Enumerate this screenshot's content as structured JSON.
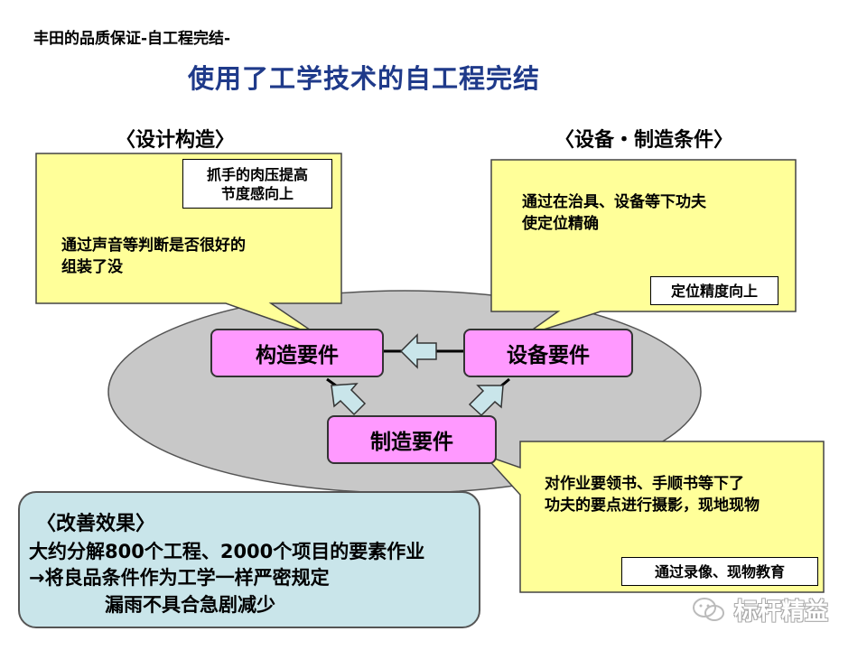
{
  "header": {
    "breadcrumb": "丰田的品质保证-自工程完结-",
    "title": "使用了工学技术的自工程完结"
  },
  "sections": {
    "left_heading": "〈设计构造〉",
    "right_heading": "〈设备・制造条件〉"
  },
  "callouts": {
    "design": {
      "text_line1": "通过声音等判断是否很好的",
      "text_line2": "组装了没",
      "tag_line1": "抓手的肉压提高",
      "tag_line2": "节度感向上"
    },
    "equipment": {
      "text_line1": "通过在治具、设备等下功夫",
      "text_line2": "使定位精确",
      "tag": "定位精度向上"
    },
    "manufacturing": {
      "text_line1": "对作业要领书、手顺书等下了",
      "text_line2": "功夫的要点进行摄影，现地现物",
      "tag": "通过录像、现物教育"
    }
  },
  "nodes": {
    "structure": "构造要件",
    "equipment": "设备要件",
    "manufacturing": "制造要件"
  },
  "result": {
    "heading": "〈改善效果〉",
    "line1": "大约分解800个工程、2000个项目的要素作业",
    "line2": "→将良品条件作为工学一样严密规定",
    "line3": "漏雨不具合急剧减少"
  },
  "watermark": {
    "text": "标杆精益"
  },
  "colors": {
    "title": "#1f3a8a",
    "callout_fill": "#ffff99",
    "node_fill": "#ff99ff",
    "ellipse_fill": "#c8c8c8",
    "arrow_fill": "#c9e5ea",
    "result_fill": "#c9e5ea"
  }
}
